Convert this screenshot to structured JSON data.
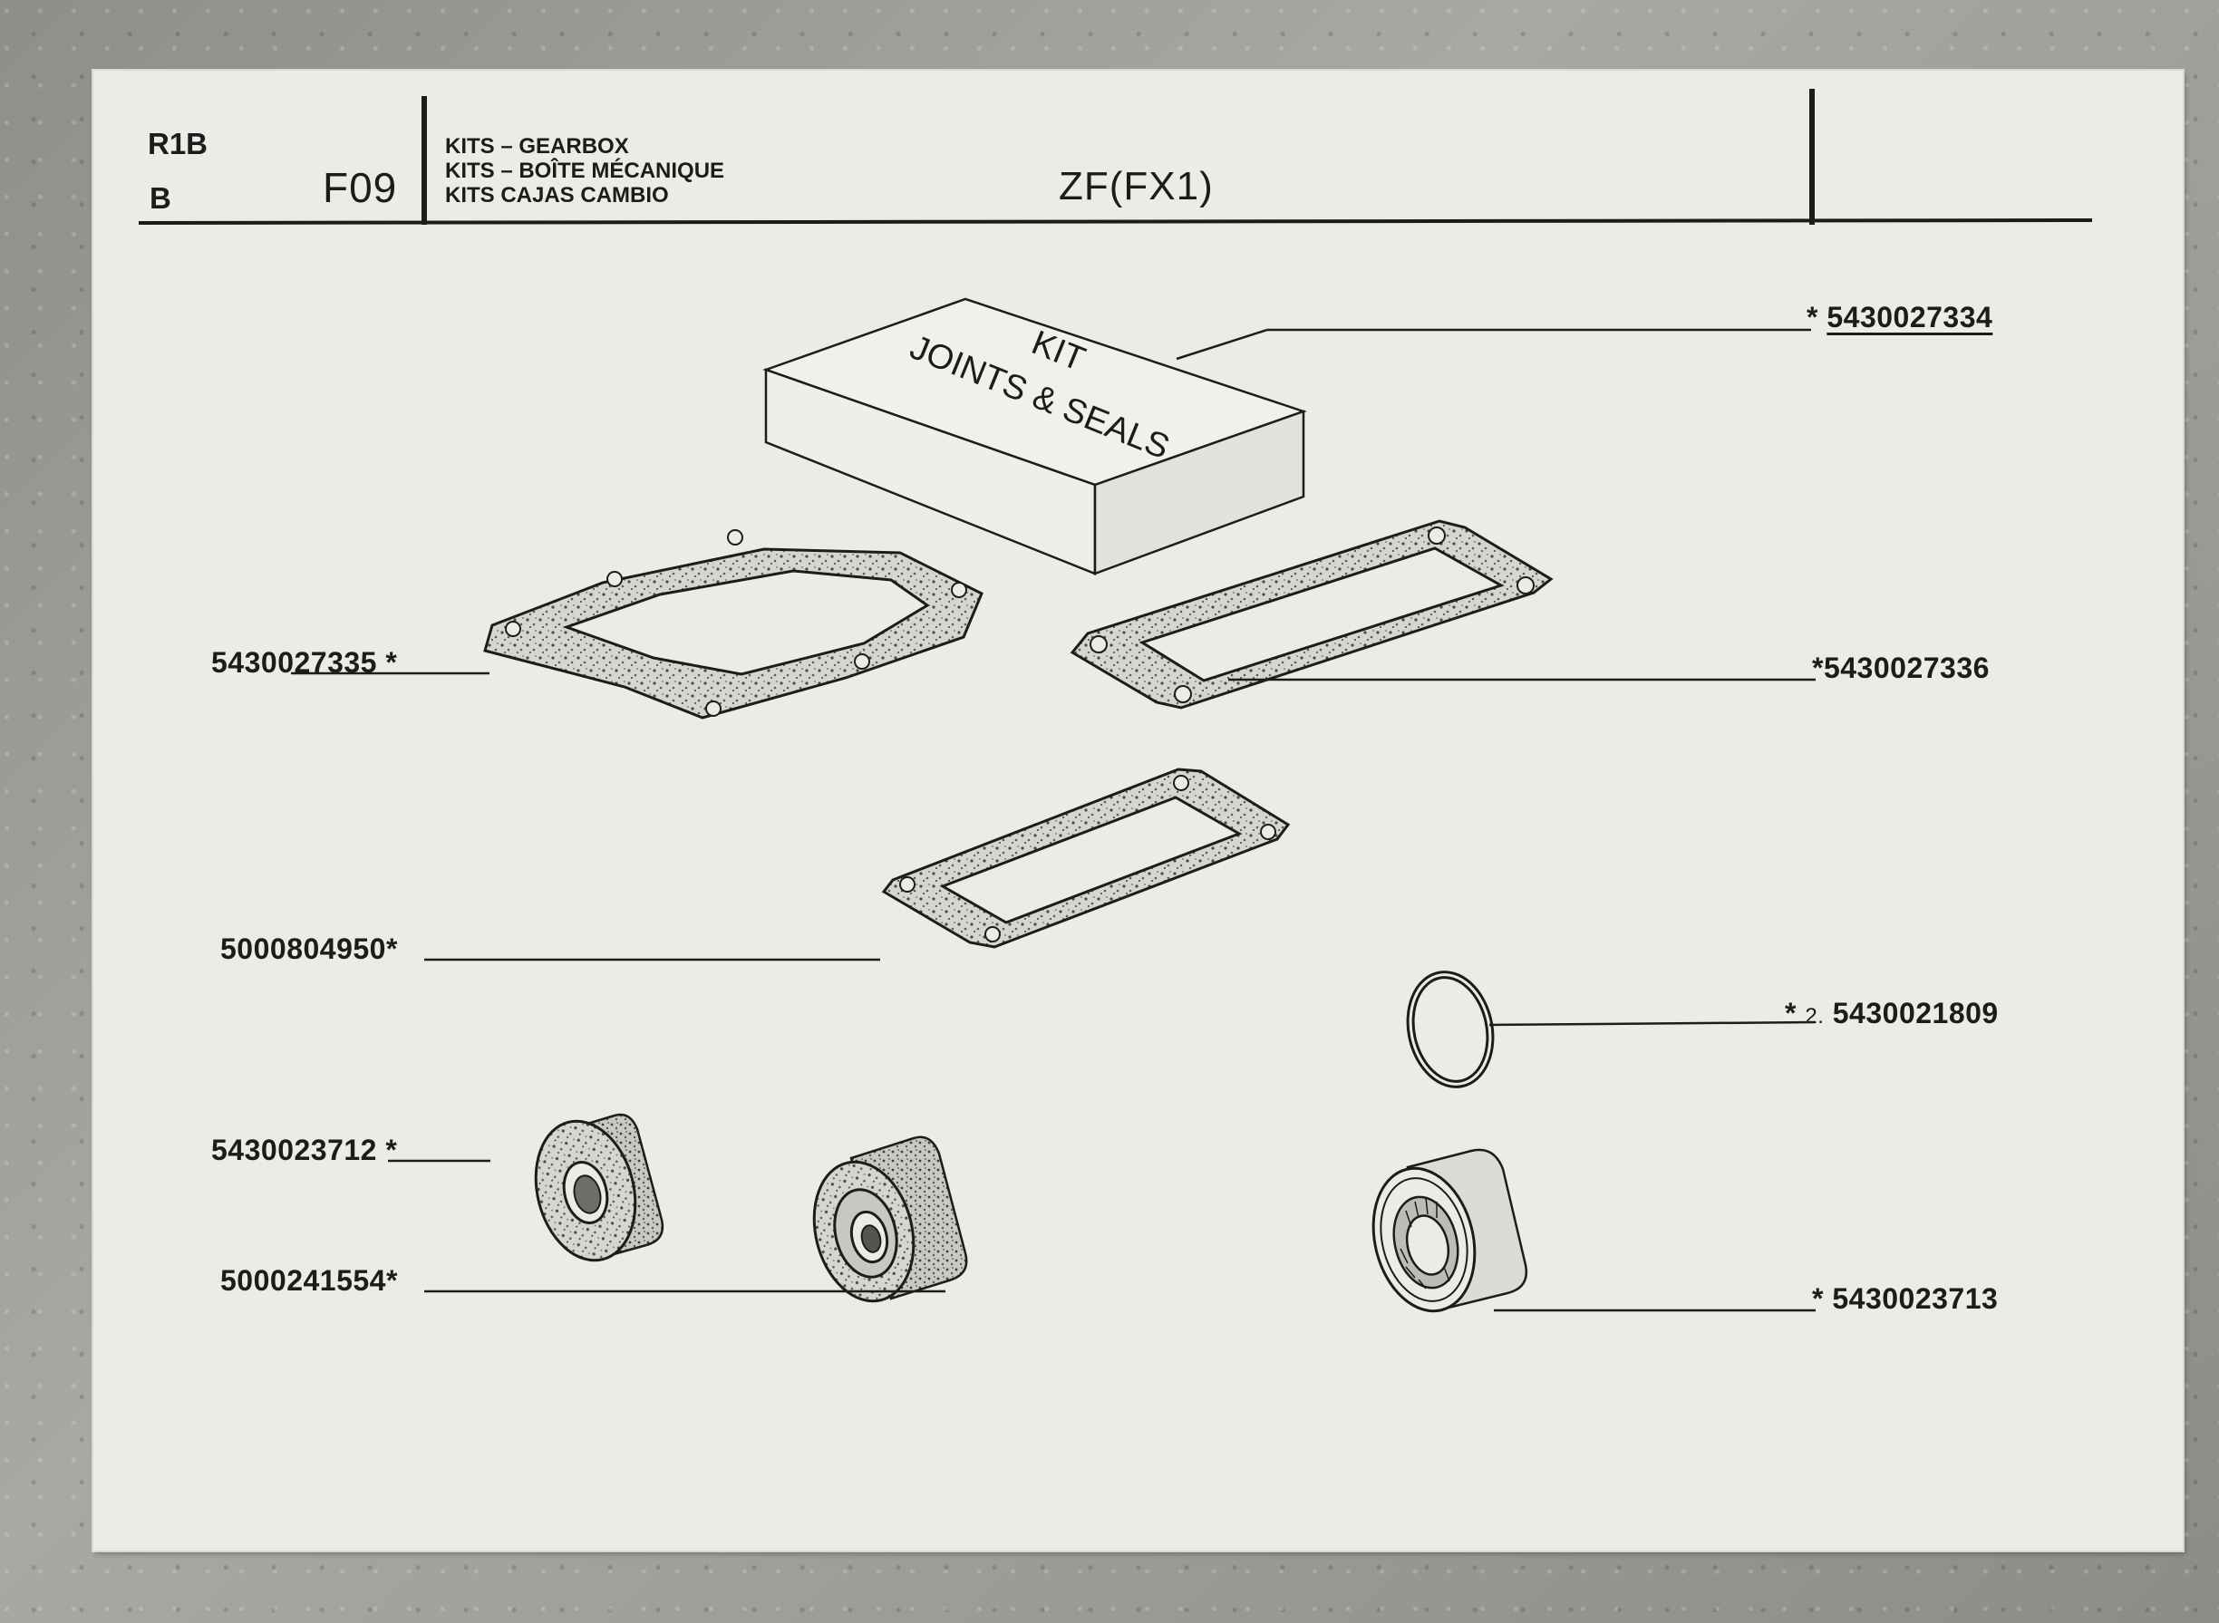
{
  "header": {
    "code_top": "R1B",
    "code_bottom": "B",
    "section": "F09",
    "titles": [
      "KITS – GEARBOX",
      "KITS – BOÎTE MÉCANIQUE",
      "KITS CAJAS CAMBIO"
    ],
    "model": "ZF(FX1)"
  },
  "kit_box": {
    "line1": "KIT",
    "line2": "JOINTS & SEALS"
  },
  "parts": {
    "kit": {
      "mark": "*",
      "number": "5430027334"
    },
    "gasket_left": {
      "mark": "*",
      "number": "5430027335"
    },
    "gasket_right": {
      "mark": "*",
      "number": "5430027336"
    },
    "gasket_middle": {
      "mark": "*",
      "number": "5000804950"
    },
    "o_ring": {
      "mark": "*",
      "qty": "2.",
      "number": "5430021809"
    },
    "seal_small": {
      "mark": "*",
      "number": "5430023712"
    },
    "seal_medium": {
      "mark": "*",
      "number": "5000241554"
    },
    "bearing": {
      "mark": "*",
      "number": "5430023713"
    }
  }
}
